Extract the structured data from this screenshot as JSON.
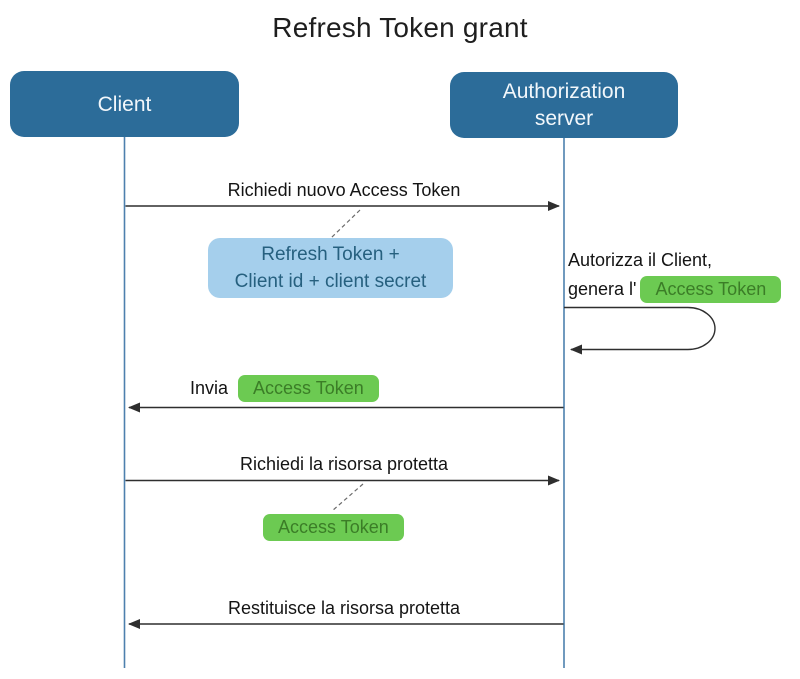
{
  "diagram": {
    "title": "Refresh Token grant"
  },
  "participants": {
    "client": {
      "label": "Client"
    },
    "auth_server": {
      "label_line1": "Authorization",
      "label_line2": "server"
    }
  },
  "messages": {
    "request_new_token": {
      "label": "Richiedi nuovo Access Token"
    },
    "credentials_note": {
      "line1": "Refresh Token +",
      "line2": "Client id + client secret"
    },
    "authorize_self": {
      "line1": "Autorizza il Client,",
      "line2_prefix": "genera l'",
      "badge": "Access Token"
    },
    "send_token": {
      "prefix": "Invia",
      "badge": "Access Token"
    },
    "request_resource": {
      "label": "Richiedi la risorsa protetta"
    },
    "resource_token_badge": {
      "badge": "Access Token"
    },
    "return_resource": {
      "label": "Restituisce la risorsa protetta"
    }
  },
  "colors": {
    "participant_fill": "#2c6c99",
    "participant_text": "#f2f7fb",
    "lifeline": "#4d80ae",
    "note_fill": "#a5cfec",
    "note_text": "#26607f",
    "badge_fill": "#6cca52",
    "badge_text": "#3b7d27",
    "message_text": "#141414",
    "arrow": "#2e2e2e",
    "title_text": "#1e1e1e",
    "dashed_line": "#6b6b6b"
  }
}
